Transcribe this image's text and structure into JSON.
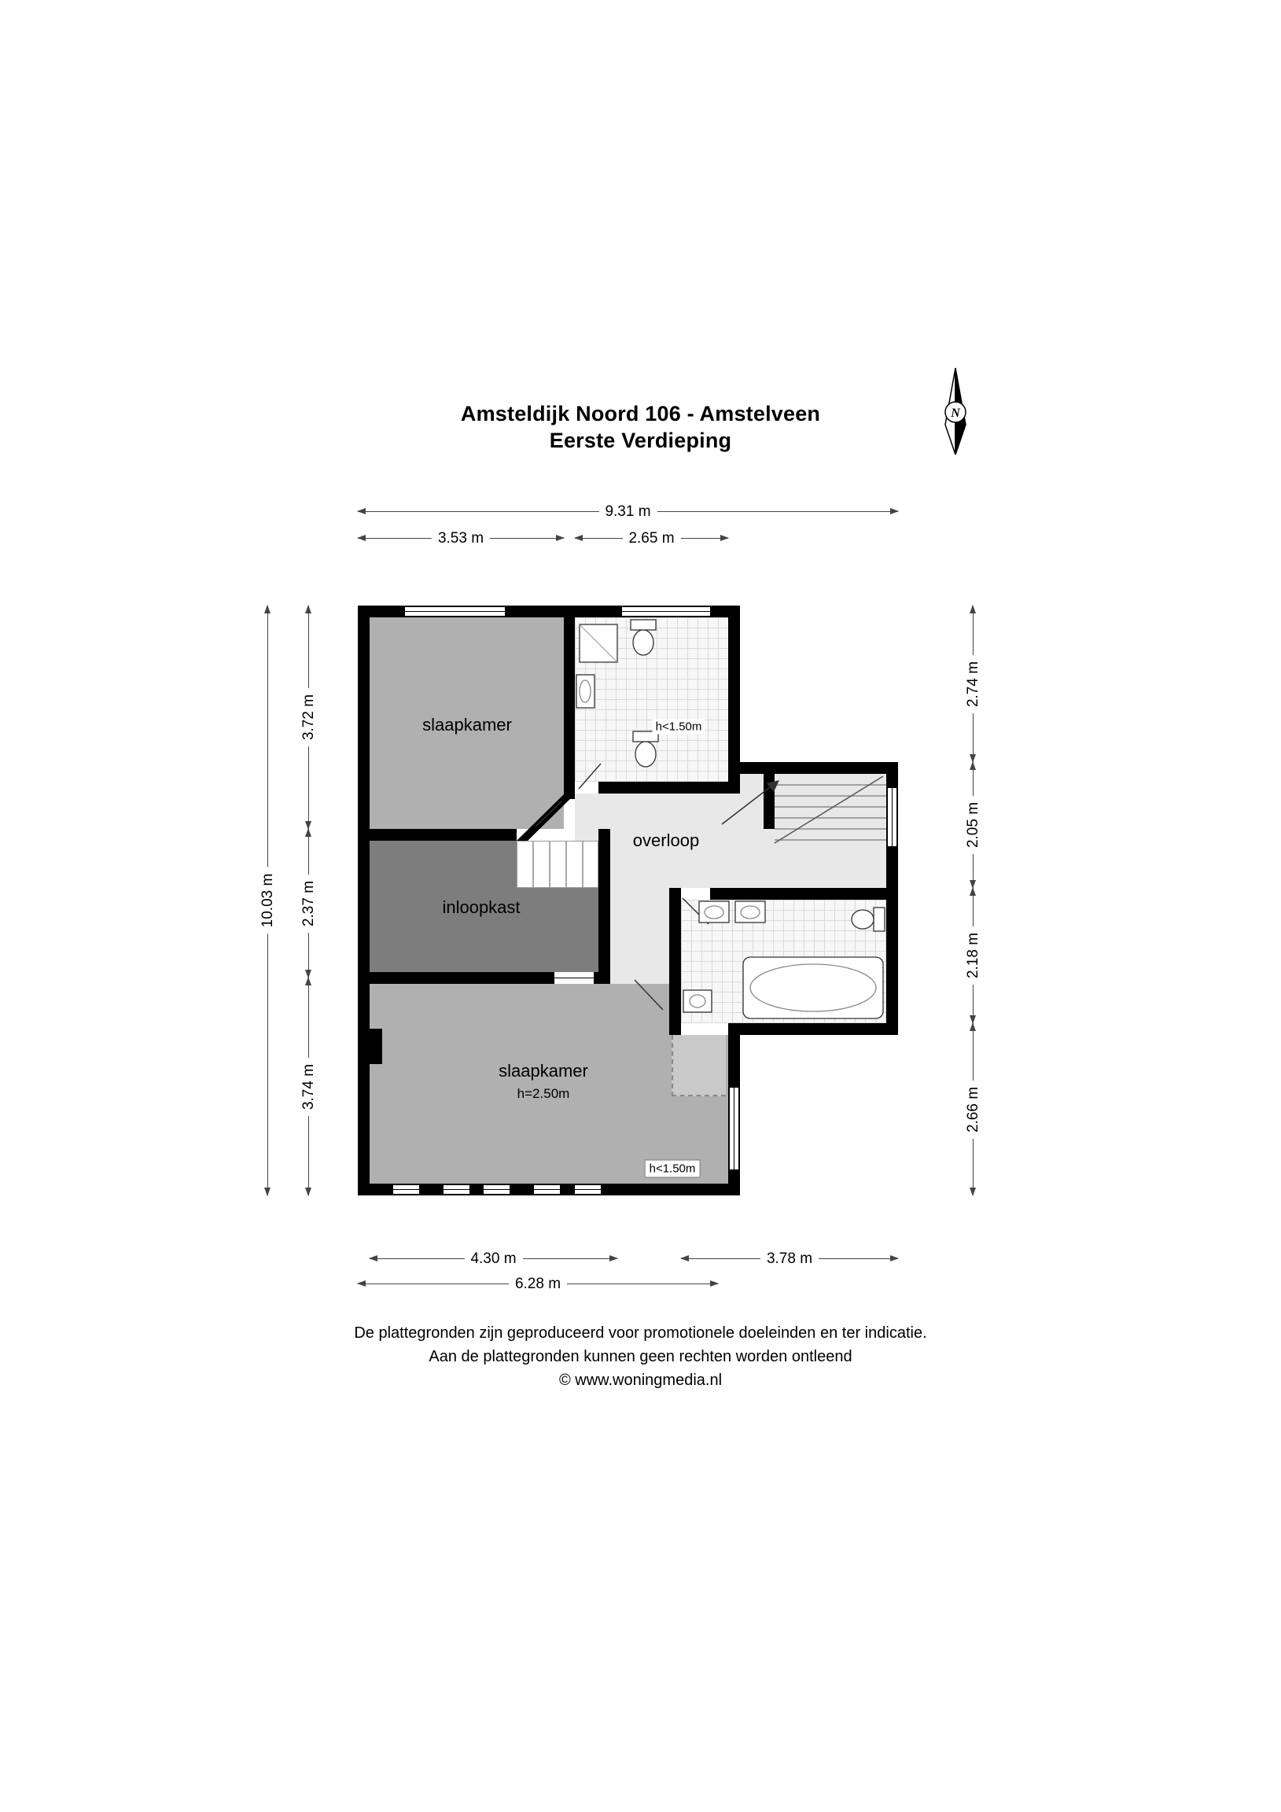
{
  "title": {
    "line1": "Amsteldijk Noord 106 - Amstelveen",
    "line2": "Eerste Verdieping"
  },
  "compass": {
    "label": "N"
  },
  "rooms": {
    "slaapkamer1": {
      "label": "slaapkamer"
    },
    "overloop": {
      "label": "overloop"
    },
    "inloopkast": {
      "label": "inloopkast"
    },
    "slaapkamer2": {
      "label": "slaapkamer",
      "height_note": "h=2.50m"
    }
  },
  "notes": {
    "bath1_low_ceiling": "h<1.50m",
    "bedroom2_low_ceiling": "h<1.50m"
  },
  "dimensions": {
    "top_total": "9.31 m",
    "top_left": "3.53 m",
    "top_right": "2.65 m",
    "left_total": "10.03 m",
    "left_top": "3.72 m",
    "left_middle": "2.37 m",
    "left_bottom": "3.74 m",
    "right_1": "2.74 m",
    "right_2": "2.05 m",
    "right_3": "2.18 m",
    "right_4": "2.66 m",
    "bottom_left": "4.30 m",
    "bottom_right": "3.78 m",
    "bottom_total": "6.28 m"
  },
  "footer": {
    "line1": "De plattegronden zijn geproduceerd voor promotionele doeleinden en ter indicatie.",
    "line2": "Aan de plattegronden kunnen geen rechten worden ontleend",
    "line3": "© www.woningmedia.nl"
  },
  "colors": {
    "wall": "#000000",
    "bedroom_fill": "#b0b0b0",
    "closet_fill": "#7d7d7d",
    "landing_fill": "#e8e8e8",
    "tile_bg": "#f7f7f7",
    "tile_line": "#d9d9d9",
    "low_area_fill": "#c9c9c9",
    "dimension_line": "#444444"
  }
}
